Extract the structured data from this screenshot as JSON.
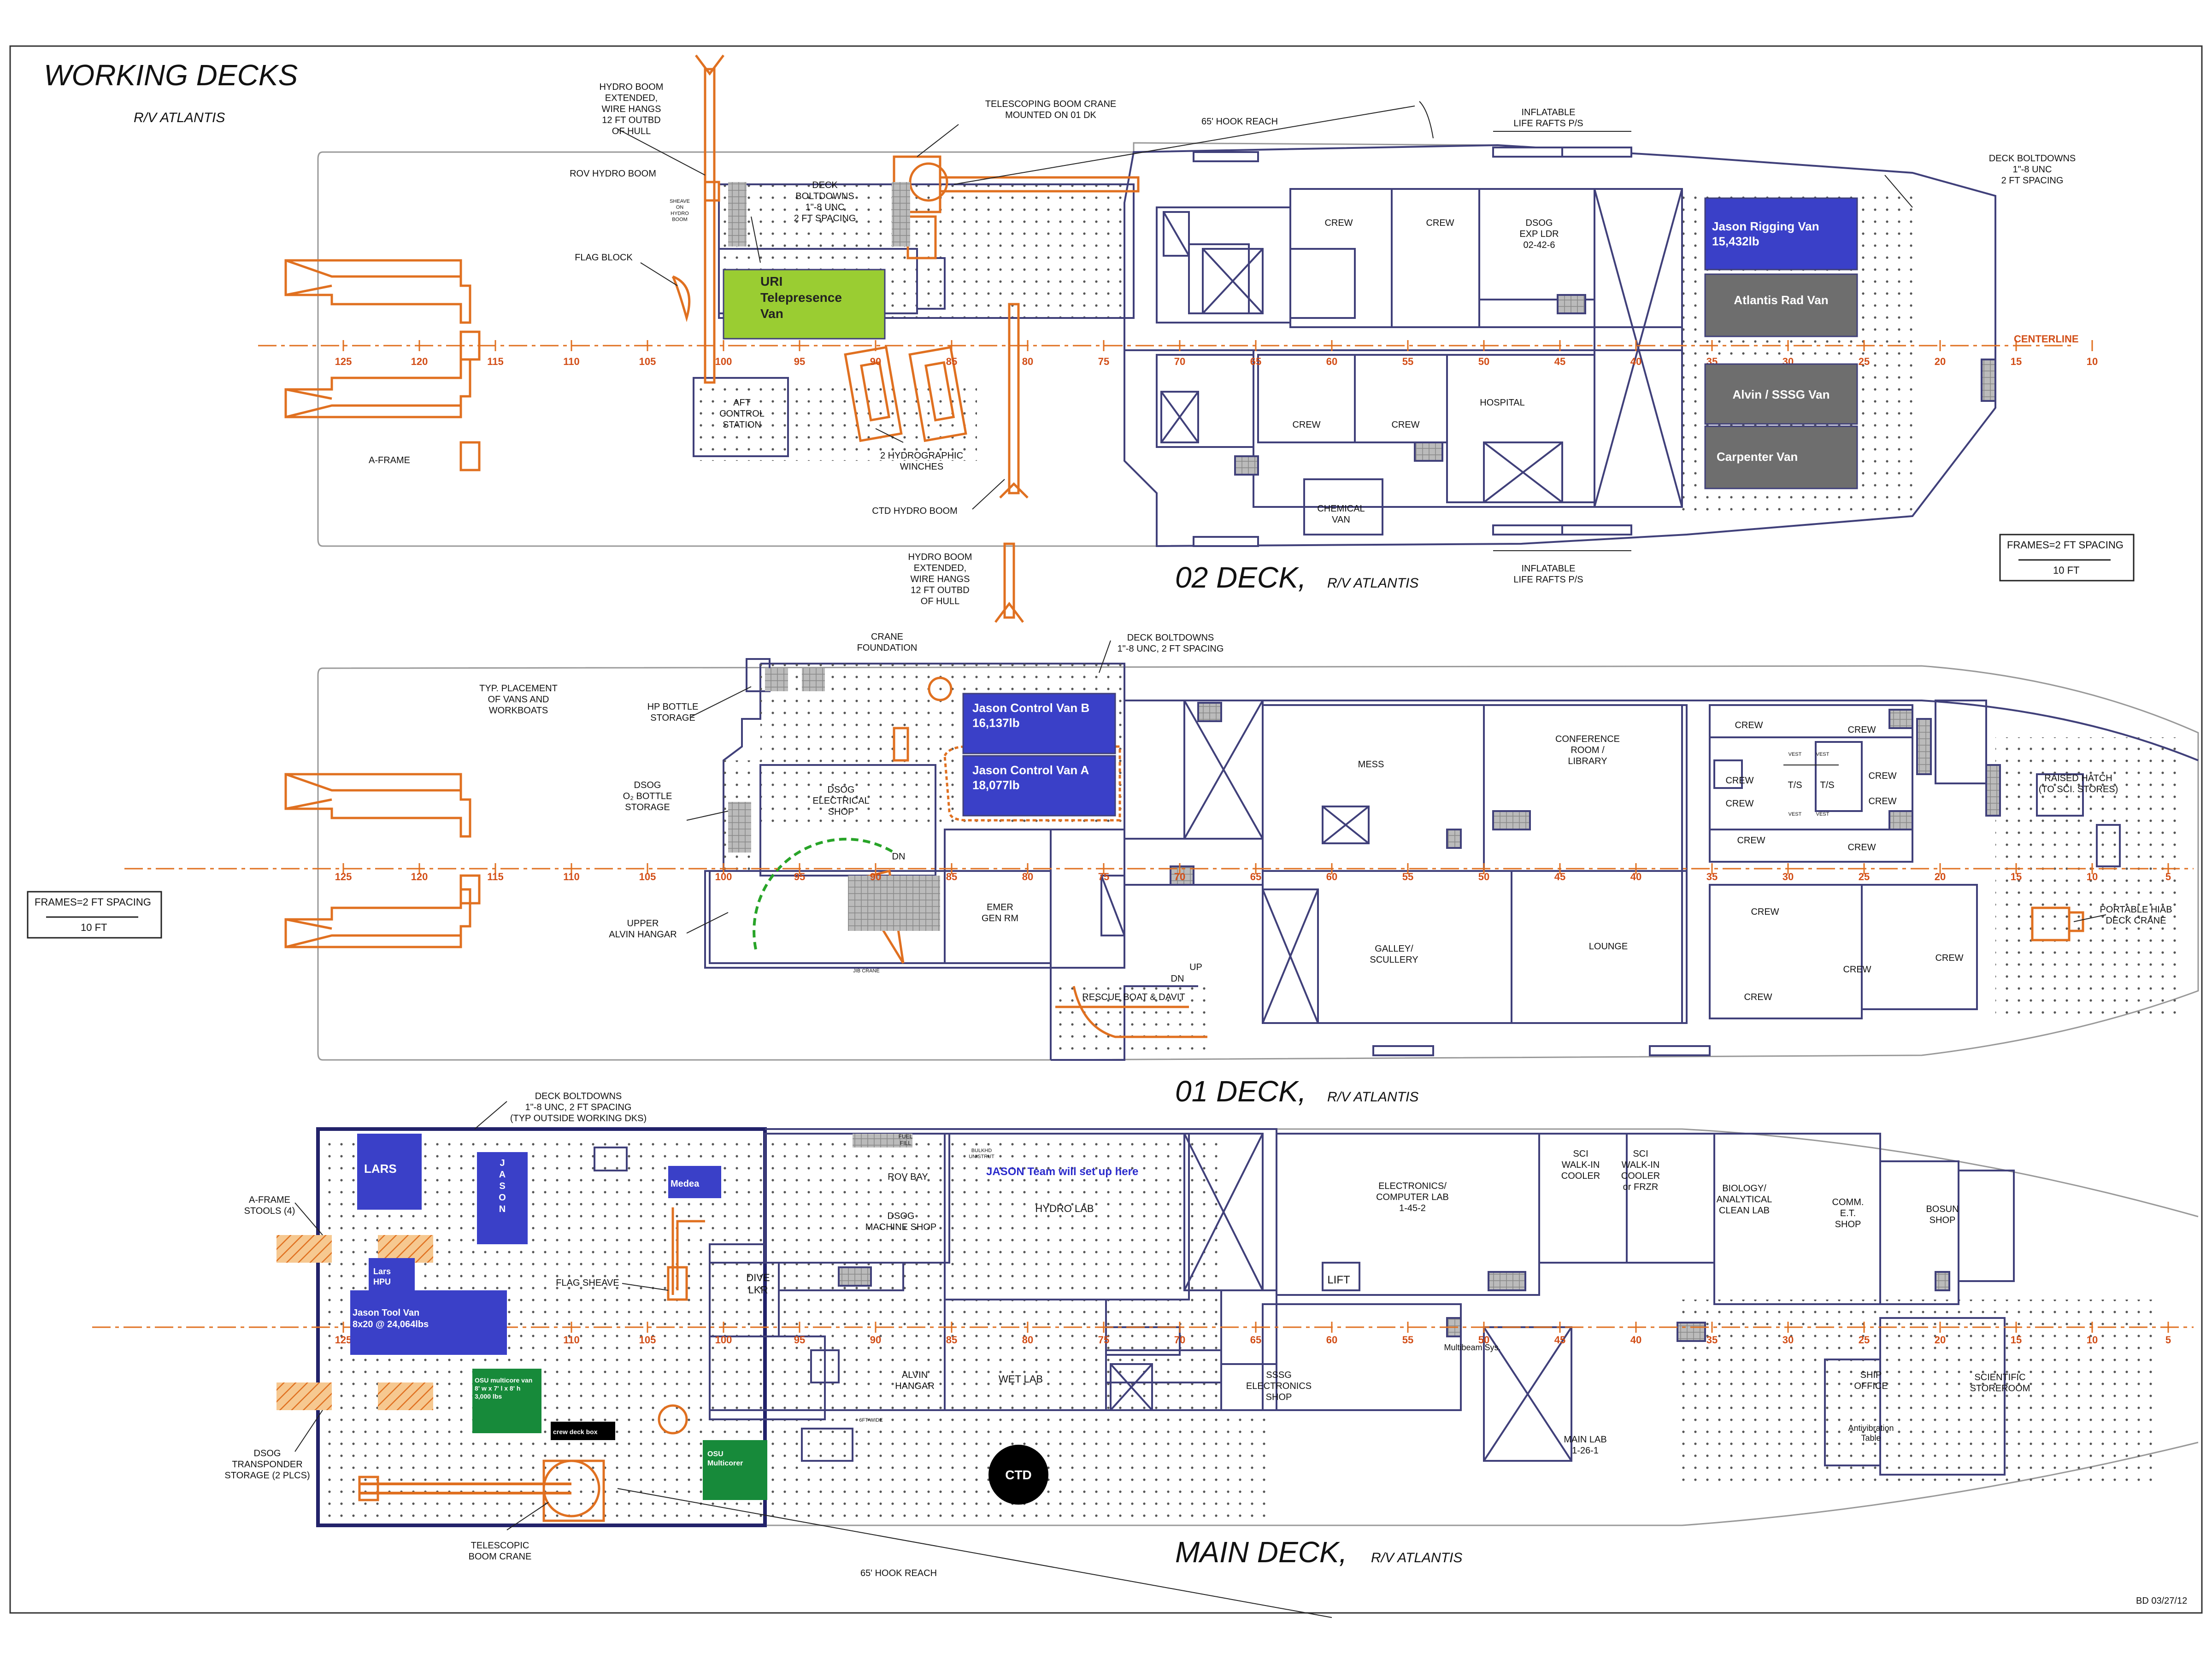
{
  "titles": {
    "main": "WORKING DECKS",
    "sub": "R/V ATLANTIS",
    "deck02": "02 DECK,",
    "deck01": "01 DECK,",
    "deckMain": "MAIN DECK,",
    "ship": "R/V ATLANTIS",
    "footer": "BD 03/27/12"
  },
  "colors": {
    "outline": "#40407a",
    "orange": "#e07020",
    "blueVan": "#3a40c8",
    "grayVan": "#6e6e6e",
    "greenVan": "#9acd32",
    "darkGreen": "#178a3a"
  },
  "frames": [
    "125",
    "120",
    "115",
    "110",
    "105",
    "100",
    "95",
    "90",
    "85",
    "80",
    "75",
    "70",
    "65",
    "60",
    "55",
    "50",
    "45",
    "40",
    "35",
    "30",
    "25",
    "20",
    "15",
    "10",
    "5"
  ],
  "centerline": "CENTERLINE",
  "scale": {
    "label": "FRAMES=2 FT SPACING",
    "unit": "10 FT"
  },
  "deck02": {
    "annotations": {
      "hydro_boom_top": [
        "HYDRO BOOM",
        "EXTENDED,",
        "WIRE HANGS",
        "12 FT OUTBD",
        "OF HULL"
      ],
      "hydro_boom_bot": [
        "HYDRO BOOM",
        "EXTENDED,",
        "WIRE HANGS",
        "12 FT OUTBD",
        "OF HULL"
      ],
      "telescoping": [
        "TELESCOPING BOOM CRANE",
        "MOUNTED ON 01 DK"
      ],
      "hook_reach": "65' HOOK REACH",
      "liferafts_top": [
        "INFLATABLE",
        "LIFE RAFTS P/S"
      ],
      "liferafts_bot": [
        "INFLATABLE",
        "LIFE RAFTS P/S"
      ],
      "boltdowns_fwd": [
        "DECK BOLTDOWNS",
        "1\"-8 UNC",
        "2 FT SPACING"
      ],
      "boltdowns_aft": [
        "DECK",
        "BOLTDOWNS",
        "1\"-8 UNC",
        "2 FT SPACING"
      ],
      "rov_hydro": "ROV HYDRO BOOM",
      "sheave": [
        "SHEAVE",
        "ON",
        "HYDRO",
        "BOOM"
      ],
      "flag_block": "FLAG BLOCK",
      "aframe": "A-FRAME",
      "aft_control": [
        "AFT",
        "CONTROL",
        "STATION"
      ],
      "winches": [
        "2 HYDROGRAPHIC",
        "WINCHES"
      ],
      "ctd_boom": "CTD HYDRO BOOM",
      "chem_van": [
        "CHEMICAL",
        "VAN"
      ],
      "hospital": "HOSPITAL",
      "dsog_exp": [
        "DSOG",
        "EXP LDR",
        "02-42-6"
      ],
      "crew": "CREW"
    },
    "vans": {
      "uri": [
        "URI",
        "Telepresence",
        "Van"
      ],
      "rigging": [
        "Jason Rigging Van",
        "15,432lb"
      ],
      "rad": "Atlantis Rad Van",
      "alvin": "Alvin / SSSG Van",
      "carpenter": "Carpenter Van"
    }
  },
  "deck01": {
    "annotations": {
      "crane_foundation": [
        "CRANE",
        "FOUNDATION"
      ],
      "boltdowns": [
        "DECK BOLTDOWNS",
        "1\"-8 UNC, 2 FT SPACING"
      ],
      "typ_placement": [
        "TYP. PLACEMENT",
        "OF VANS AND",
        "WORKBOATS"
      ],
      "hp_bottle": [
        "HP BOTTLE",
        "STORAGE"
      ],
      "dsog_o2": [
        "DSOG",
        "O₂ BOTTLE",
        "STORAGE"
      ],
      "dsog_elec": [
        "DSOG",
        "ELECTRICAL",
        "SHOP"
      ],
      "upper_alvin": [
        "UPPER",
        "ALVIN HANGAR"
      ],
      "jib_crane": "JIB CRANE",
      "emer_gen": [
        "EMER",
        "GEN RM"
      ],
      "mess": "MESS",
      "conference": [
        "CONFERENCE",
        "ROOM /",
        "LIBRARY"
      ],
      "galley": [
        "GALLEY/",
        "SCULLERY"
      ],
      "lounge": "LOUNGE",
      "raised_hatch": [
        "RAISED HATCH",
        "(TO SCI. STORES)"
      ],
      "hiab": [
        "PORTABLE HIAB",
        "DECK CRANE"
      ],
      "rescue": "RESCUE BOAT & DAVIT",
      "dn": "DN",
      "up": "UP",
      "crew": "CREW",
      "ts": "T/S",
      "vest": "VEST"
    },
    "vans": {
      "controlB": [
        "Jason Control Van B",
        "16,137lb"
      ],
      "controlA": [
        "Jason Control Van A",
        "18,077lb"
      ]
    }
  },
  "main": {
    "annotations": {
      "boltdowns": [
        "DECK BOLTDOWNS",
        "1\"-8 UNC,  2 FT SPACING",
        "(TYP OUTSIDE WORKING DKS)"
      ],
      "aframe_stools": [
        "A-FRAME",
        "STOOLS (4)"
      ],
      "flag_sheave": "FLAG SHEAVE",
      "dsog_transponder": [
        "DSOG",
        "TRANSPONDER",
        "STORAGE (2 PLCS)"
      ],
      "telescopic": [
        "TELESCOPIC",
        "BOOM CRANE"
      ],
      "hook_reach": "65' HOOK REACH",
      "fuel_fill": [
        "FUEL",
        "FILL"
      ],
      "bulkhd": [
        "BULKHD",
        "UNISTRUT"
      ],
      "rov_bay": "ROV BAY",
      "dsog_machine": [
        "DSOG",
        "MACHINE SHOP"
      ],
      "dive_lkr": [
        "DIVE",
        "LKR"
      ],
      "alvin_hangar": [
        "ALVIN",
        "HANGAR"
      ],
      "hydro_lab": "HYDRO LAB",
      "wet_lab": "WET LAB",
      "sssg": [
        "SSSG",
        "ELECTRONICS",
        "SHOP"
      ],
      "lift": "LIFT",
      "electronics": [
        "ELECTRONICS/",
        "COMPUTER LAB",
        "1-45-2"
      ],
      "walkin": [
        "SCI",
        "WALK-IN",
        "COOLER"
      ],
      "walkin_frzr": [
        "SCI",
        "WALK-IN",
        "COOLER",
        "or FRZR"
      ],
      "biology": [
        "BIOLOGY/",
        "ANALYTICAL",
        "CLEAN LAB"
      ],
      "comm": [
        "COMM.",
        "E.T.",
        "SHOP"
      ],
      "bosun": [
        "BOSUN",
        "SHOP"
      ],
      "multibeam": "Multibeam Sys.",
      "main_lab": [
        "MAIN LAB",
        "1-26-1"
      ],
      "ship_office": [
        "SHIP",
        "OFFICE"
      ],
      "antivib": [
        "Antivibration",
        "Table"
      ],
      "sci_store": [
        "SCIENTIFIC",
        "STOREROOM"
      ],
      "jason_team": "JASON Team will set up here",
      "sft_wide": "6FT WIDE"
    },
    "vans": {
      "lars": "LARS",
      "jason_v": [
        "J",
        "A",
        "S",
        "O",
        "N"
      ],
      "medea": "Medea",
      "lars_hpu": [
        "Lars",
        "HPU"
      ],
      "tool": [
        "Jason Tool Van",
        "8x20 @ 24,064lbs"
      ],
      "osu_van": [
        "OSU multicore van",
        "8' w x 7' l x 8' h",
        "3,000 lbs"
      ],
      "crew_box": "crew deck box",
      "osu_multi": [
        "OSU",
        "Multicorer"
      ],
      "ctd": "CTD"
    }
  }
}
